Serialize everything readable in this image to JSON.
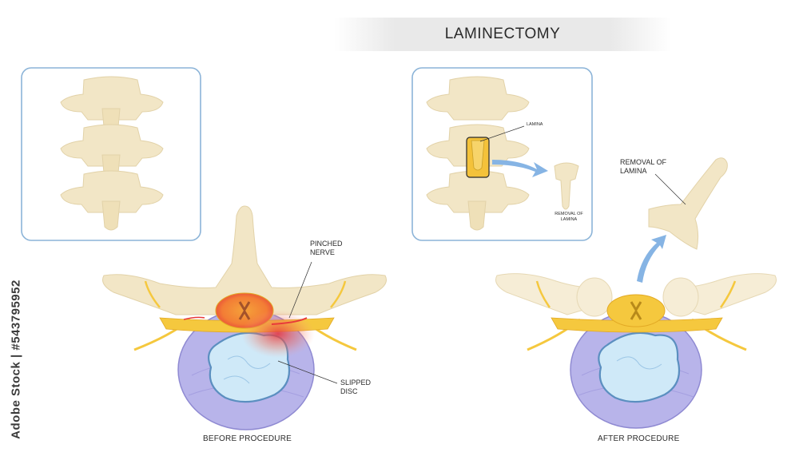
{
  "title": "LAMINECTOMY",
  "labels": {
    "pinched_nerve": "PINCHED NERVE",
    "slipped_disc": "SLIPPED DISC",
    "lamina": "LAMINA",
    "removal_small": "REMOVAL OF LAMINA",
    "removal_large": "REMOVAL OF LAMINA"
  },
  "captions": {
    "before": "BEFORE PROCEDURE",
    "after": "AFTER PROCEDURE"
  },
  "watermark_id": "Adobe Stock | #543795952",
  "colors": {
    "bone": "#f2e6c6",
    "bone_stroke": "#e6d6ae",
    "disc": "#b8b4ea",
    "nucleus": "#cfe9f8",
    "nerve": "#f5c83e",
    "inflamed": "#e83a3a",
    "frame": "#8cb4d8",
    "arrow": "#86b4e4"
  }
}
